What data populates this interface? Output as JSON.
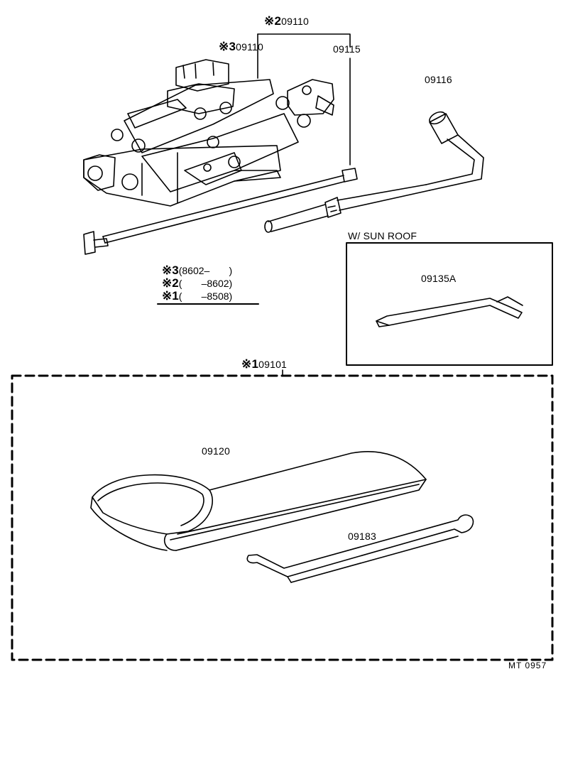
{
  "parts": {
    "jack_assembly": "09110",
    "jack_assembly_mark": "※2",
    "jack_sub": "09110",
    "jack_sub_mark": "※3",
    "jack_handle": "09115",
    "wheel_wrench": "09116",
    "sunroof_handle": "09135A",
    "tool_set": "09101",
    "tool_set_mark": "※1",
    "tool_bag": "09120",
    "handle_09183": "09183"
  },
  "sunroof_box": {
    "title": "W/ SUN  ROOF"
  },
  "notes": [
    {
      "mark": "※3",
      "range": "(8602–       )"
    },
    {
      "mark": "※2",
      "range": "(       –8602)"
    },
    {
      "mark": "※1",
      "range": "(       –8508)"
    }
  ],
  "figure_ref": "MT  0957"
}
